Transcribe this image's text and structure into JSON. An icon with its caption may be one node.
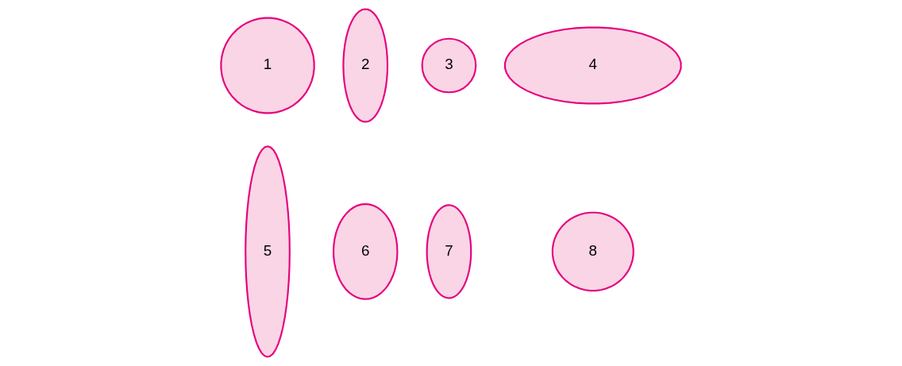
{
  "diagram": {
    "nodes": [
      {
        "text": [
          "1"
        ]
      },
      {
        "text": [
          "2"
        ]
      },
      {
        "text": [
          "3"
        ]
      },
      {
        "text": [
          "4"
        ]
      },
      {
        "text": [
          "5"
        ]
      },
      {
        "text": [
          "6"
        ]
      },
      {
        "text": [
          "7"
        ]
      },
      {
        "text": [
          "8"
        ]
      }
    ]
  }
}
